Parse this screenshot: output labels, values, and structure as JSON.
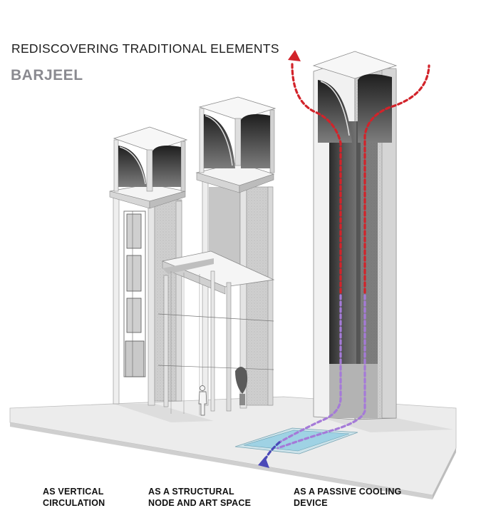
{
  "header": {
    "title": "REDISCOVERING TRADITIONAL ELEMENTS",
    "subtitle": "BARJEEL"
  },
  "captions": [
    "AS VERTICAL\nCIRCULATION",
    "AS A STRUCTURAL\nNODE AND ART SPACE",
    "AS A PASSIVE COOLING\nDEVICE"
  ],
  "colors": {
    "hot_air": "#d2232a",
    "cool_air": "#a57ad8",
    "water": "#9fd2e4",
    "outflow": "#4b49b8",
    "concrete_light": "#f2f2f2",
    "concrete_mid": "#c9c9c9",
    "concrete_dark": "#4a4a4a"
  }
}
